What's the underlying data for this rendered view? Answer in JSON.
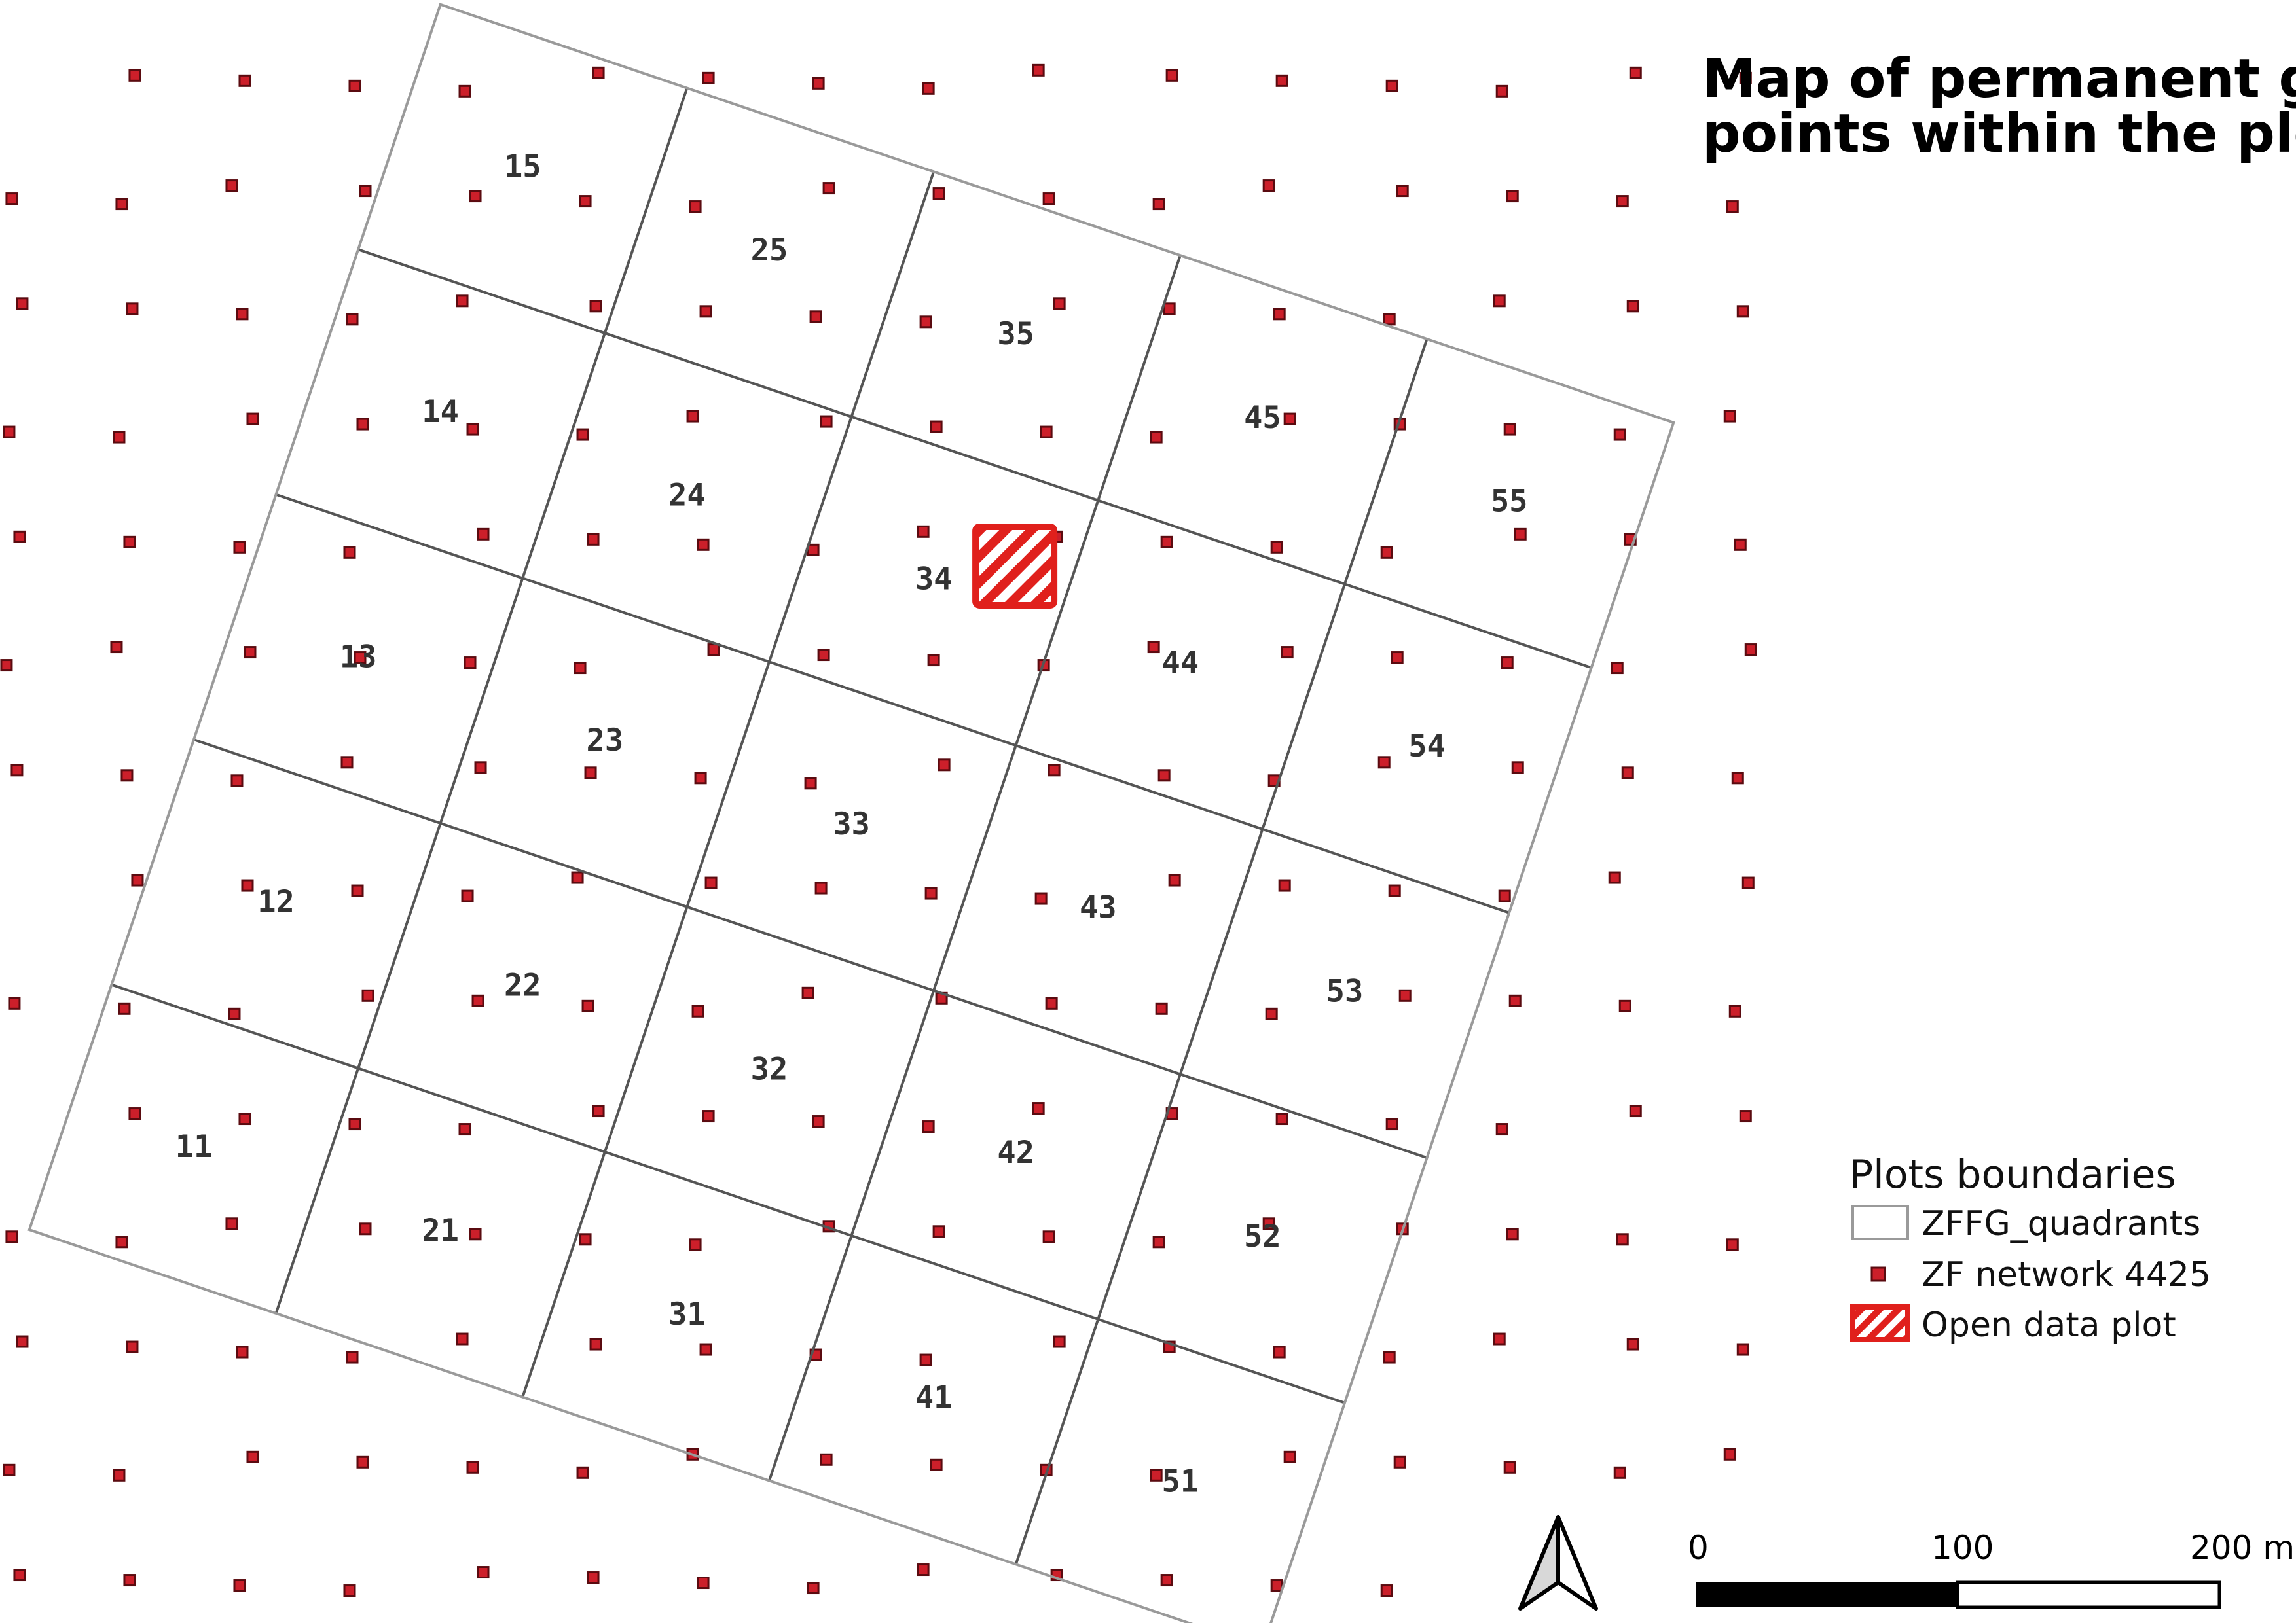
{
  "title": {
    "line1": "Map of permanent grid",
    "line2": "points within the plot"
  },
  "legend": {
    "title": "Plots boundaries",
    "items": [
      {
        "label": "ZFFG_quadrants",
        "symbol": "outline-box"
      },
      {
        "label": "ZF network 4425",
        "symbol": "red-square-point"
      },
      {
        "label": "Open data plot",
        "symbol": "red-hatched-box"
      }
    ]
  },
  "scale_bar": {
    "labels": [
      "0",
      "100",
      "200 m"
    ]
  },
  "north_arrow": {
    "icon": "north-arrow-icon"
  },
  "colors": {
    "grid_point_fill": "#cc1f2a",
    "grid_point_stroke": "#5a0b10",
    "quadrant_outer": "#9a9a9a",
    "quadrant_inner": "#555555",
    "open_data": "#e0201c"
  },
  "quadrants": [
    {
      "id": "11",
      "col": 1,
      "row": 1
    },
    {
      "id": "12",
      "col": 1,
      "row": 2
    },
    {
      "id": "13",
      "col": 1,
      "row": 3
    },
    {
      "id": "14",
      "col": 1,
      "row": 4
    },
    {
      "id": "15",
      "col": 1,
      "row": 5
    },
    {
      "id": "21",
      "col": 2,
      "row": 1
    },
    {
      "id": "22",
      "col": 2,
      "row": 2
    },
    {
      "id": "23",
      "col": 2,
      "row": 3
    },
    {
      "id": "24",
      "col": 2,
      "row": 4
    },
    {
      "id": "25",
      "col": 2,
      "row": 5
    },
    {
      "id": "31",
      "col": 3,
      "row": 1
    },
    {
      "id": "32",
      "col": 3,
      "row": 2
    },
    {
      "id": "33",
      "col": 3,
      "row": 3
    },
    {
      "id": "34",
      "col": 3,
      "row": 4
    },
    {
      "id": "35",
      "col": 3,
      "row": 5
    },
    {
      "id": "41",
      "col": 4,
      "row": 1
    },
    {
      "id": "42",
      "col": 4,
      "row": 2
    },
    {
      "id": "43",
      "col": 4,
      "row": 3
    },
    {
      "id": "44",
      "col": 4,
      "row": 4
    },
    {
      "id": "45",
      "col": 4,
      "row": 5
    },
    {
      "id": "51",
      "col": 5,
      "row": 1
    },
    {
      "id": "52",
      "col": 5,
      "row": 2
    },
    {
      "id": "53",
      "col": 5,
      "row": 3
    },
    {
      "id": "54",
      "col": 5,
      "row": 4
    },
    {
      "id": "55",
      "col": 5,
      "row": 5
    }
  ],
  "open_data_plot": {
    "quadrant": "34"
  }
}
